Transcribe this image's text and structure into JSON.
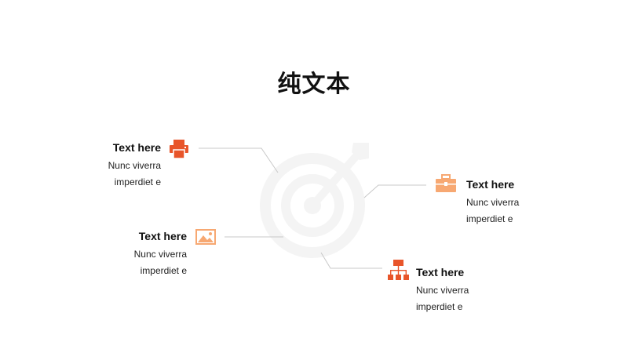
{
  "slide": {
    "title": "纯文本"
  },
  "items": [
    {
      "heading": "Text here",
      "line1": "Nunc viverra",
      "line2": "imperdiet e",
      "icon": "printer-icon",
      "color": "#e8552a"
    },
    {
      "heading": "Text here",
      "line1": "Nunc viverra",
      "line2": "imperdiet e",
      "icon": "image-icon",
      "color": "#f7a872"
    },
    {
      "heading": "Text here",
      "line1": "Nunc viverra",
      "line2": "imperdiet e",
      "icon": "briefcase-icon",
      "color": "#f7a872"
    },
    {
      "heading": "Text here",
      "line1": "Nunc viverra",
      "line2": "imperdiet e",
      "icon": "org-chart-icon",
      "color": "#e8552a"
    }
  ],
  "colors": {
    "accent_dark": "#e8552a",
    "accent_light": "#f7a872",
    "connector": "#c8c8c8",
    "watermark": "#f4f4f4"
  }
}
